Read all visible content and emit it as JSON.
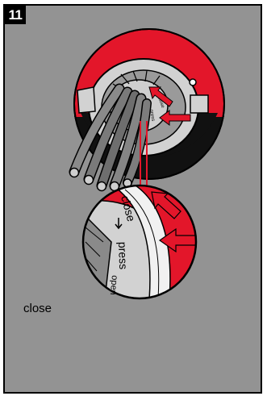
{
  "step": {
    "number": "11"
  },
  "illustration": {
    "collar_labels": [
      "press",
      "close",
      "open"
    ],
    "icons": [
      "cable-bundle",
      "locking-collar",
      "push-arrow",
      "magnifier-callout"
    ]
  },
  "caption": {
    "text": "close"
  },
  "colors": {
    "panel_bg": "#939393",
    "accent_red": "#e3162a",
    "outline": "#000000",
    "part_light": "#d2d2d2"
  }
}
